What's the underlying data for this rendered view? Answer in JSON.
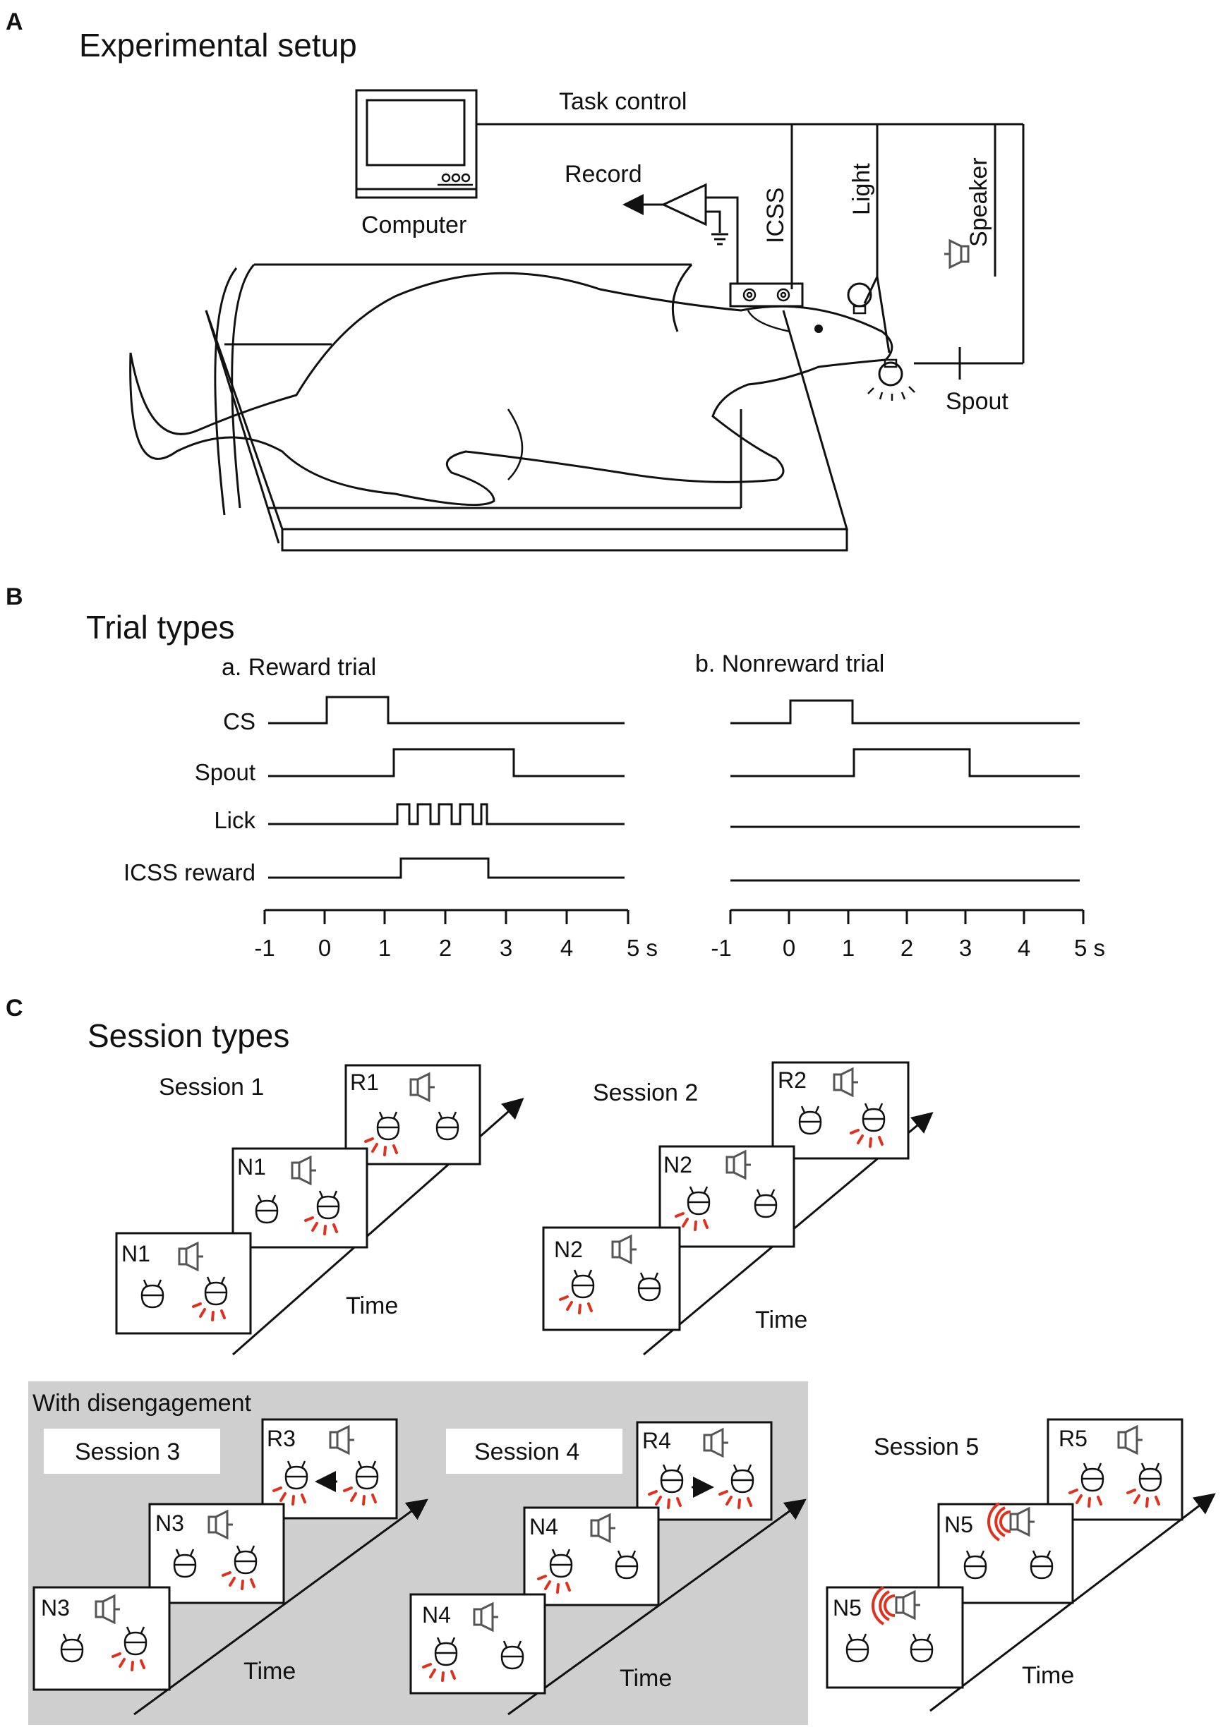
{
  "panel_a": {
    "letter": "A",
    "title": "Experimental setup",
    "labels": {
      "task_control": "Task control",
      "computer": "Computer",
      "record": "Record",
      "icss": "ICSS",
      "light": "Light",
      "speaker": "Speaker",
      "spout": "Spout"
    }
  },
  "panel_b": {
    "letter": "B",
    "title": "Trial types",
    "reward_title": "a. Reward trial",
    "nonreward_title": "b. Nonreward trial",
    "signals": [
      "CS",
      "Spout",
      "Lick",
      "ICSS reward"
    ],
    "ticks": [
      "-1",
      "0",
      "1",
      "2",
      "3",
      "4",
      "5 s"
    ]
  },
  "panel_c": {
    "letter": "C",
    "title": "Session types",
    "disengagement_label": "With disengagement",
    "time_label": "Time",
    "sessions": [
      {
        "name": "Session 1",
        "boxes": [
          "N1",
          "N1",
          "R1"
        ]
      },
      {
        "name": "Session 2",
        "boxes": [
          "N2",
          "N2",
          "R2"
        ]
      },
      {
        "name": "Session 3",
        "boxes": [
          "N3",
          "N3",
          "R3"
        ]
      },
      {
        "name": "Session 4",
        "boxes": [
          "N4",
          "N4",
          "R4"
        ]
      },
      {
        "name": "Session 5",
        "boxes": [
          "N5",
          "N5",
          "R5"
        ]
      }
    ]
  },
  "colors": {
    "lick_marks": "#e0301e",
    "disengagement_background": "#cfcfcf",
    "speaker_gray": "#555555"
  }
}
